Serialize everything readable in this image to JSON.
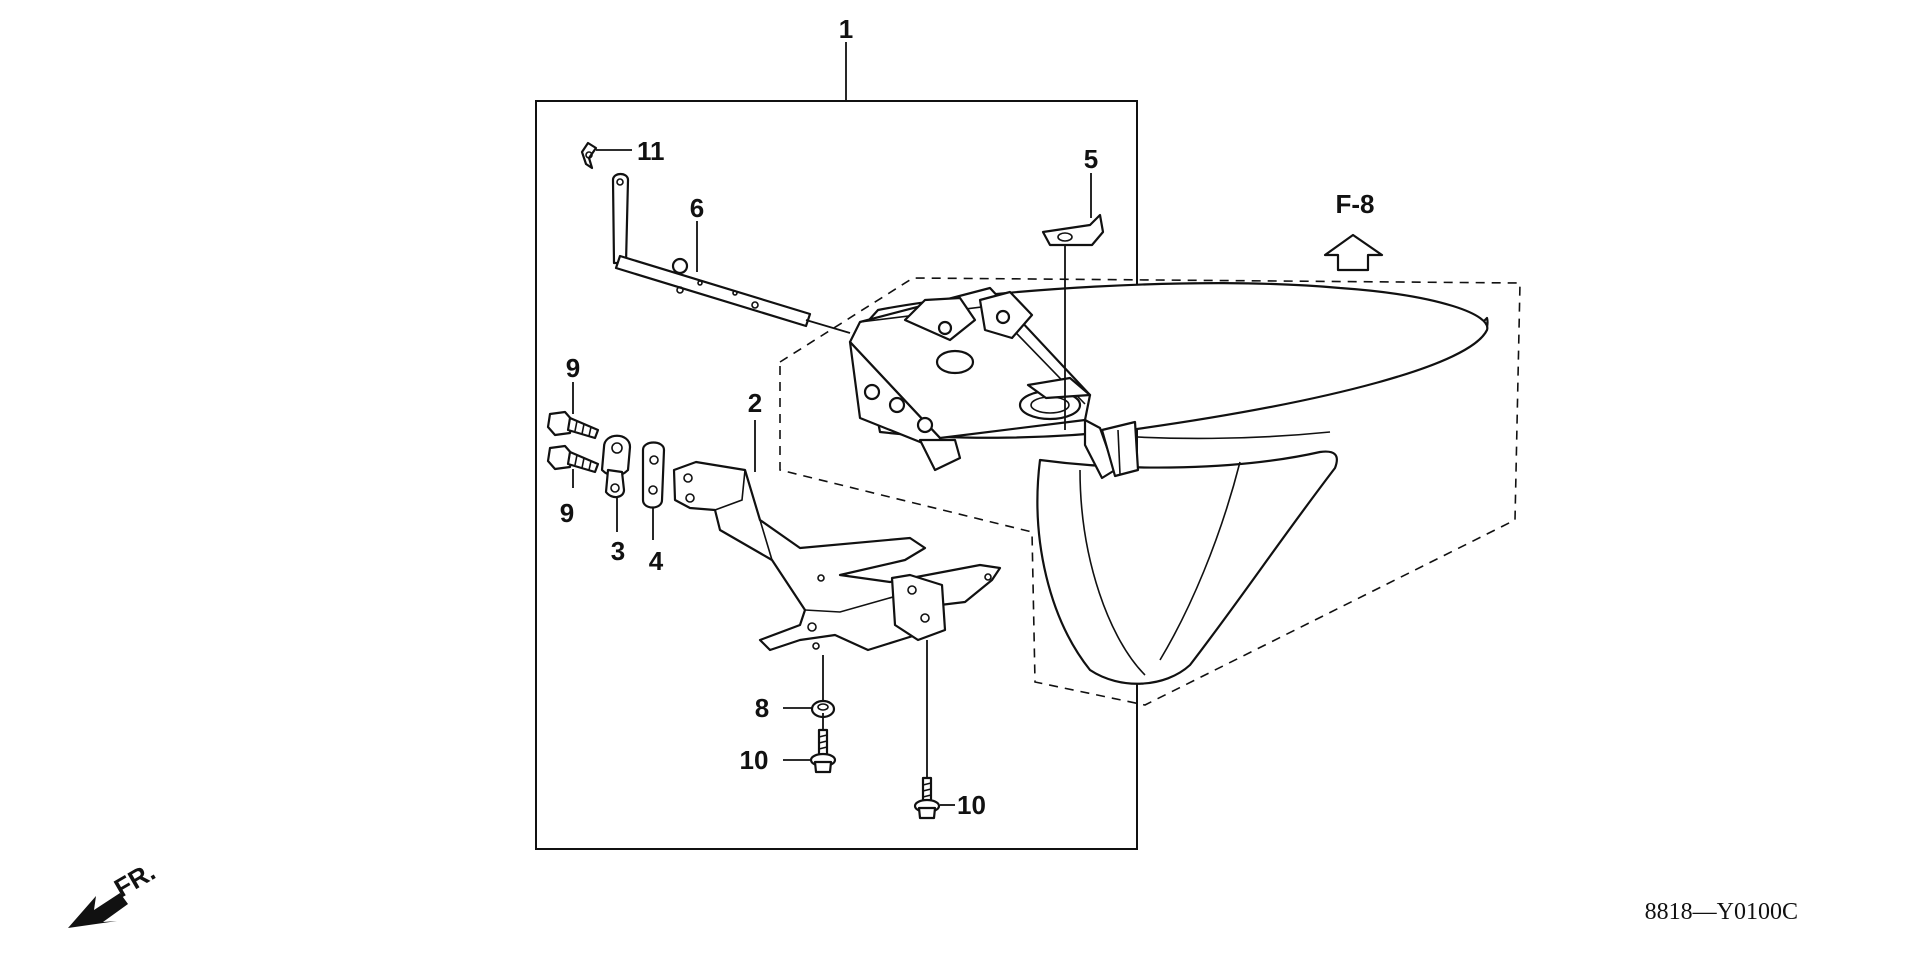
{
  "diagram": {
    "callouts": {
      "c1": "1",
      "c2": "2",
      "c3": "3",
      "c4": "4",
      "c5": "5",
      "c6": "6",
      "c8": "8",
      "c9a": "9",
      "c9b": "9",
      "c10a": "10",
      "c10b": "10",
      "c11": "11"
    },
    "reference_label": "F-8",
    "front_label": "FR.",
    "diagram_code": "8818—Y0100C"
  }
}
